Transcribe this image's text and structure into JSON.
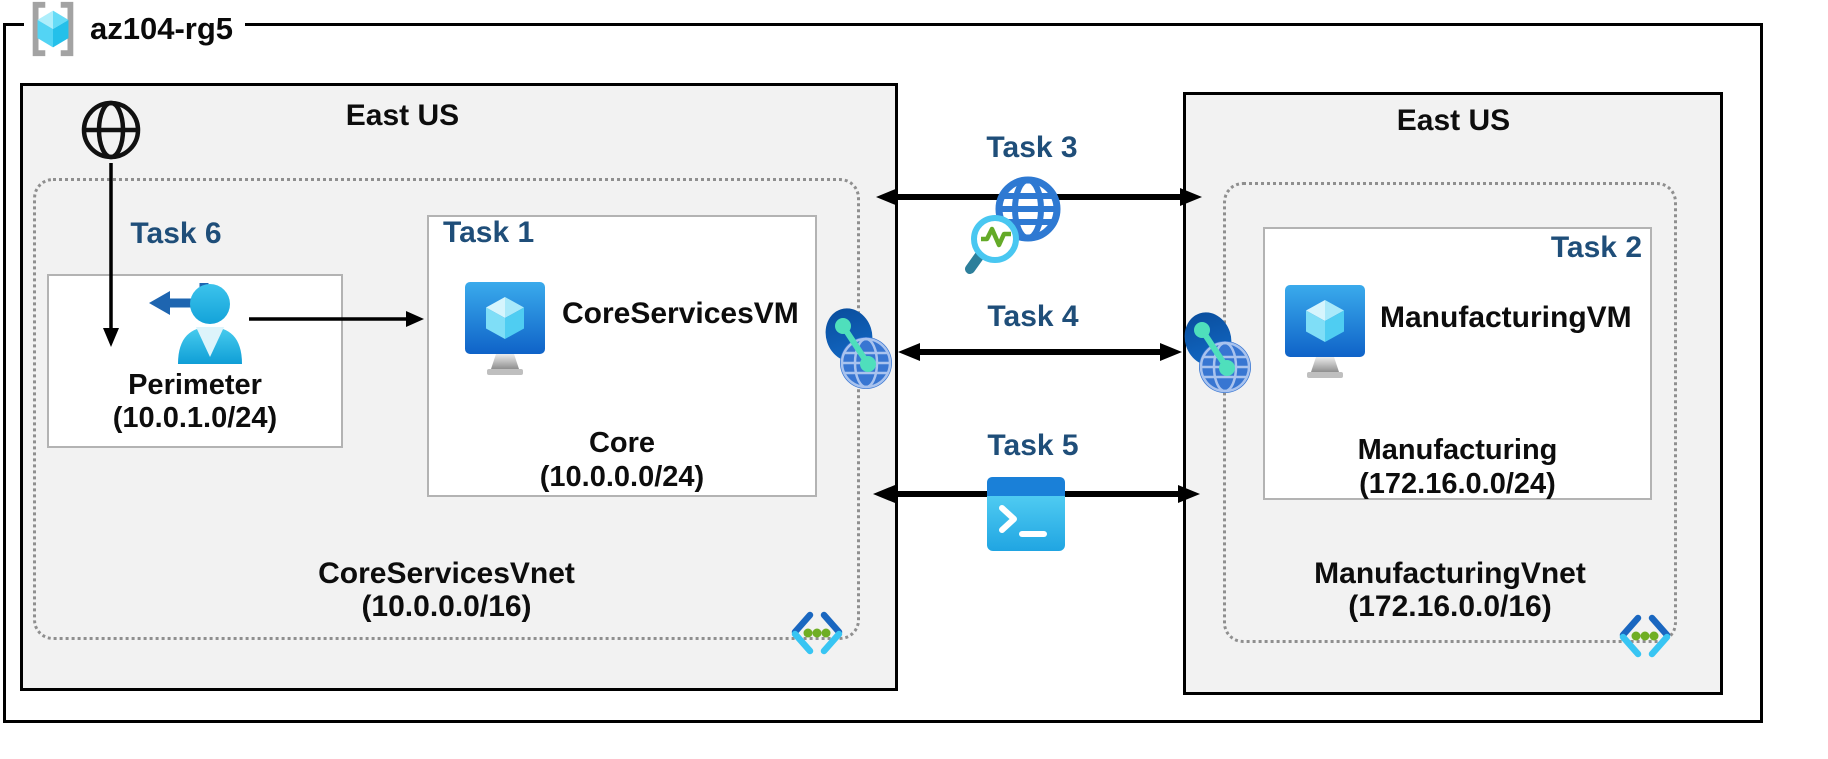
{
  "resource_group": {
    "label": "az104-rg5"
  },
  "left_region": {
    "location": "East US",
    "task6_label": "Task 6",
    "task1_label": "Task 1",
    "perimeter": {
      "name": "Perimeter",
      "cidr": "(10.0.1.0/24)"
    },
    "vm_name": "CoreServicesVM",
    "subnet_name": "Core",
    "subnet_cidr": "(10.0.0.0/24)",
    "vnet_name": "CoreServicesVnet",
    "vnet_cidr": "(10.0.0.0/16)"
  },
  "right_region": {
    "location": "East US",
    "task2_label": "Task 2",
    "vm_name": "ManufacturingVM",
    "subnet_name": "Manufacturing",
    "subnet_cidr": "(172.16.0.0/24)",
    "vnet_name": "ManufacturingVnet",
    "vnet_cidr": "(172.16.0.0/16)"
  },
  "middle": {
    "task3_label": "Task 3",
    "task4_label": "Task 4",
    "task5_label": "Task 5"
  },
  "icons": {
    "resource-group-icon": "azure-resource-group-brackets-cube",
    "internet-icon": "black-outline-globe",
    "inbound-user-icon": "person-with-return-arrow",
    "vm-icon": "azure-virtual-machine-monitor-cube",
    "network-watcher-icon": "globe-with-magnifier-pulse",
    "vnet-peering-icon": "double-globe-with-link-dots",
    "cloud-shell-icon": "terminal-prompt-window",
    "vnet-icon": "angle-brackets-with-green-dots"
  },
  "colors": {
    "task_label": "#1f4e79",
    "region_bg": "#f2f2f2",
    "region_border": "#000000",
    "box_border": "#b3b3b3",
    "dotted_border": "#8f8f8f",
    "azure_blue": "#1a80d8",
    "azure_cyan": "#38c5f3",
    "mint": "#4fdfbc",
    "green_dot": "#6fae24",
    "arrow": "#000000"
  }
}
